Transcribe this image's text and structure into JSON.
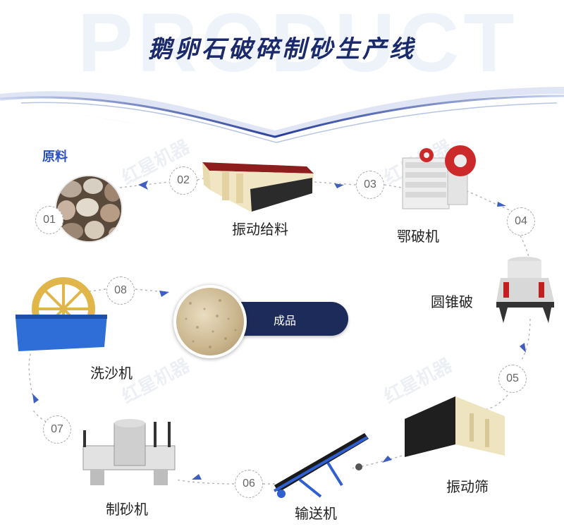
{
  "header": {
    "bg_word": "PRODUCT",
    "title": "鹅卵石破碎制砂生产线"
  },
  "raw_label": "原料",
  "steps": [
    {
      "num": "01"
    },
    {
      "num": "02",
      "label": "振动给料"
    },
    {
      "num": "03",
      "label": "鄂破机"
    },
    {
      "num": "04",
      "label": "圆锥破"
    },
    {
      "num": "05",
      "label": "振动筛"
    },
    {
      "num": "06",
      "label": "输送机"
    },
    {
      "num": "07",
      "label": "制砂机"
    },
    {
      "num": "08",
      "label": "洗沙机"
    }
  ],
  "product_label": "成品",
  "watermark": "红星机器",
  "colors": {
    "title": "#1b2a6b",
    "raw_label": "#2b4fc4",
    "arrow": "#3f5fc0",
    "product_bar": "#1d2b5a",
    "wave": "#2a3f9a"
  }
}
